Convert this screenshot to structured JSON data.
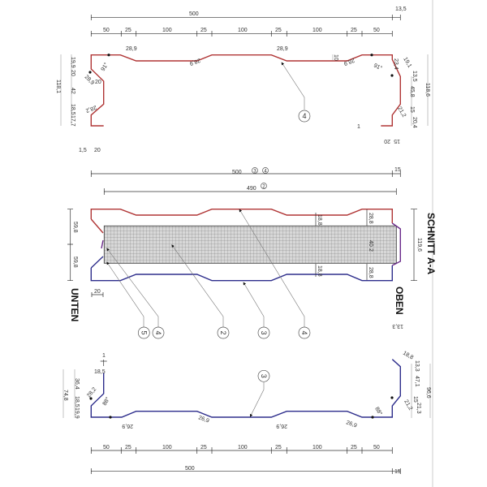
{
  "colors": {
    "top_profile": "#b03535",
    "bottom_profile": "#2e2e8c",
    "edge": "#6a2a8a",
    "hatch": "#888888"
  },
  "top": {
    "overall": "500",
    "overhang": "13,5",
    "segments": [
      "50",
      "25",
      "100",
      "25",
      "100",
      "25",
      "100",
      "25",
      "50"
    ],
    "slopes": [
      "28,9",
      "28,9",
      "28,9",
      "28,9"
    ],
    "depth": "10",
    "left": [
      "118,1",
      "19,9",
      "20",
      "28,9",
      "20",
      "42",
      "28,2",
      "18,5",
      "17,7",
      "91°",
      "1,5",
      "20"
    ],
    "right": [
      "91°",
      "23,4",
      "19,1",
      "13,5",
      "45,8",
      "15",
      "20,4",
      "21,2",
      "118,6",
      "1",
      "20",
      "15"
    ],
    "callout": "4"
  },
  "section": {
    "overall": "500",
    "overall_refs": [
      "3",
      "4"
    ],
    "overhang": "15",
    "inner": "490",
    "inner_ref": "2",
    "left_dims": [
      "59,8",
      "59,8"
    ],
    "right_dim": "119,6",
    "inner_dims": [
      "18,8",
      "18,8",
      "28,8",
      "28,8",
      "40",
      "2"
    ],
    "foot": "20",
    "right_small": "13,3",
    "title": "SCHNITT A-A",
    "label_left": "UNTEN",
    "label_right": "OBEN",
    "callouts": [
      "5",
      "4",
      "2",
      "3",
      "4"
    ]
  },
  "bottom": {
    "left": [
      "1",
      "18,5",
      "36,4",
      "74,8",
      "28,2",
      "18,5",
      "19,9",
      "88°"
    ],
    "right": [
      "18,8",
      "13,3",
      "47,1",
      "96,6",
      "15",
      "21,3",
      "21,2",
      "88°"
    ],
    "slopes": [
      "26,9",
      "26,9",
      "26,9",
      "26,9"
    ],
    "segments": [
      "50",
      "25",
      "100",
      "25",
      "100",
      "25",
      "100",
      "25",
      "50"
    ],
    "overall": "500",
    "overhang": "15",
    "callout": "3"
  }
}
